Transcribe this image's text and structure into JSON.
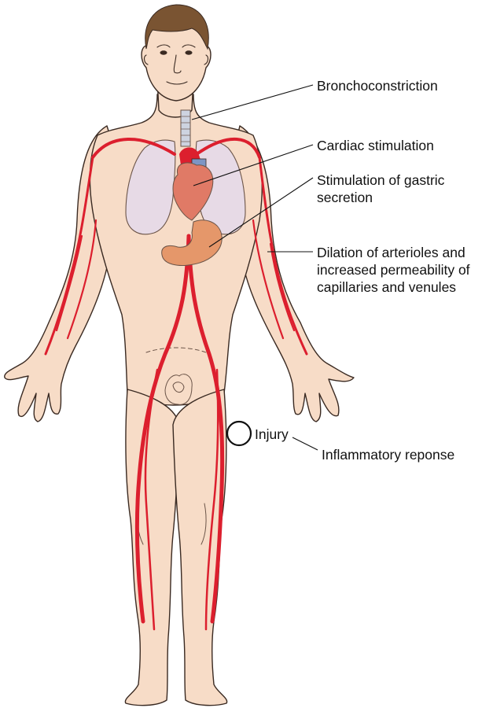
{
  "labels": {
    "bronchoconstriction": "Bronchoconstriction",
    "cardiac": "Cardiac stimulation",
    "gastric": [
      "Stimulation of gastric",
      "secretion"
    ],
    "dilation": [
      "Dilation of arterioles and",
      "increased permeability of",
      "capillaries and venules"
    ],
    "injury": "Injury",
    "inflammatory": "Inflammatory reponse"
  },
  "colors": {
    "skin": "#f7dcc7",
    "skin_outline": "#3a2a22",
    "hair": "#7a5432",
    "vessel": "#dc1f2e",
    "lung": "#e7dae6",
    "heart": "#e07a66",
    "stomach": "#e5976a",
    "trachea": "#cdd3e0"
  }
}
